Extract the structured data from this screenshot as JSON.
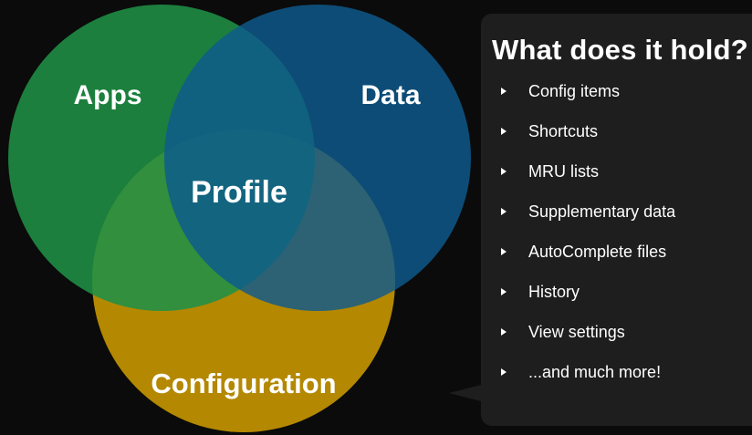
{
  "venn": {
    "apps": "Apps",
    "data": "Data",
    "configuration": "Configuration",
    "center": "Profile",
    "colors": {
      "apps": "#1e8e45",
      "data": "#0d5a8e",
      "configuration": "#c29200",
      "background": "#0b0b0b"
    }
  },
  "callout": {
    "title": "What does it hold?",
    "items": [
      "Config items",
      "Shortcuts",
      "MRU lists",
      "Supplementary data",
      "AutoComplete files",
      "History",
      "View settings",
      "...and much more!"
    ]
  }
}
